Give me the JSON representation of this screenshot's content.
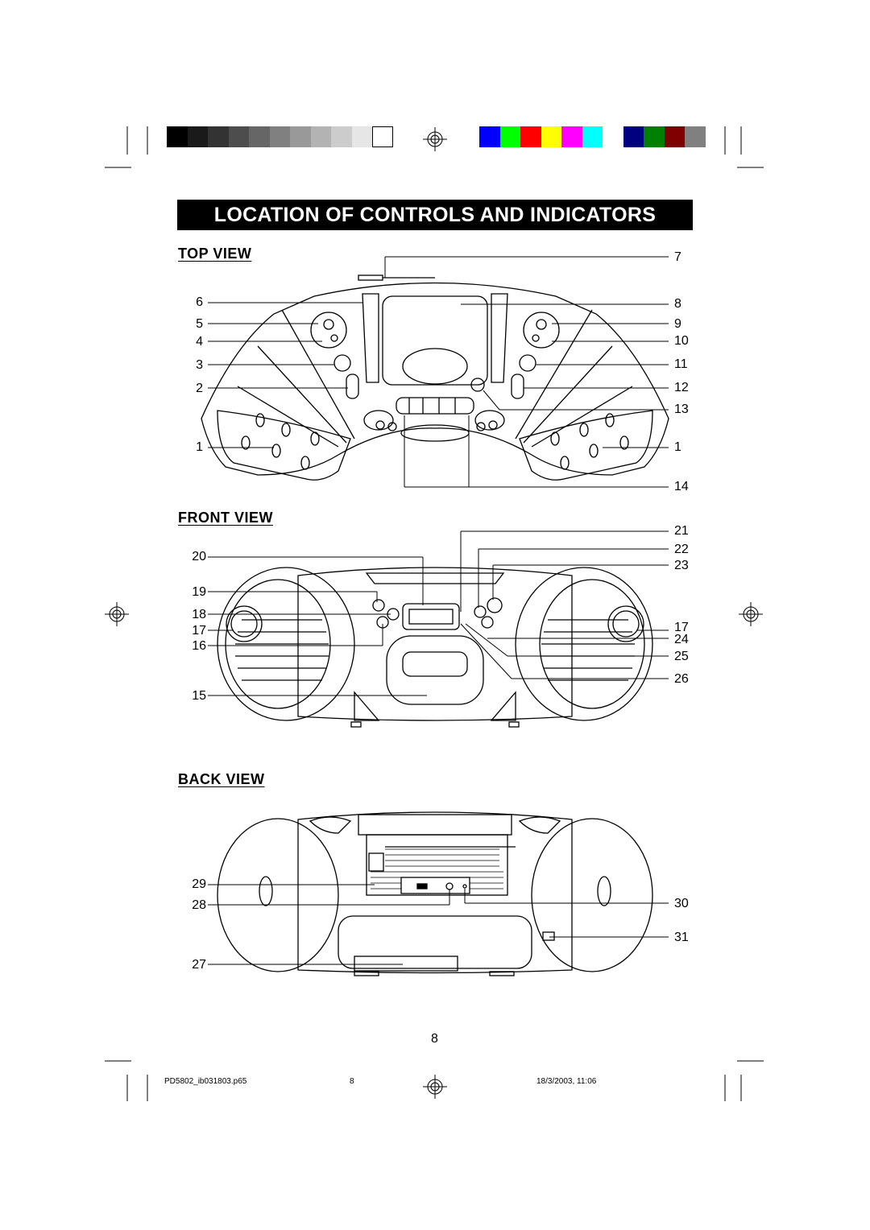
{
  "header": {
    "title": "LOCATION OF CONTROLS AND INDICATORS"
  },
  "calibration": {
    "gray_steps": [
      "#000000",
      "#1a1a1a",
      "#333333",
      "#4d4d4d",
      "#666666",
      "#808080",
      "#999999",
      "#b3b3b3",
      "#cccccc",
      "#e6e6e6",
      "#ffffff"
    ],
    "color_steps": [
      "#0000ff",
      "#00ff00",
      "#ff0000",
      "#ffff00",
      "#ff00ff",
      "#00ffff",
      "#ffffff",
      "#000080",
      "#008000",
      "#800000",
      "#808080"
    ]
  },
  "sections": {
    "top_view": {
      "heading": "TOP VIEW",
      "labels": [
        "7",
        "6",
        "8",
        "5",
        "9",
        "4",
        "10",
        "3",
        "11",
        "2",
        "12",
        "13",
        "1",
        "1",
        "14"
      ]
    },
    "front_view": {
      "heading": "FRONT VIEW",
      "labels": [
        "21",
        "20",
        "22",
        "23",
        "19",
        "18",
        "17",
        "17",
        "24",
        "16",
        "25",
        "26",
        "15"
      ]
    },
    "back_view": {
      "heading": "BACK VIEW",
      "labels": [
        "29",
        "28",
        "30",
        "31",
        "27"
      ]
    }
  },
  "page_number": "8",
  "footer": {
    "file": "PD5802_ib031803.p65",
    "page": "8",
    "date": "18/3/2003, 11:06"
  }
}
